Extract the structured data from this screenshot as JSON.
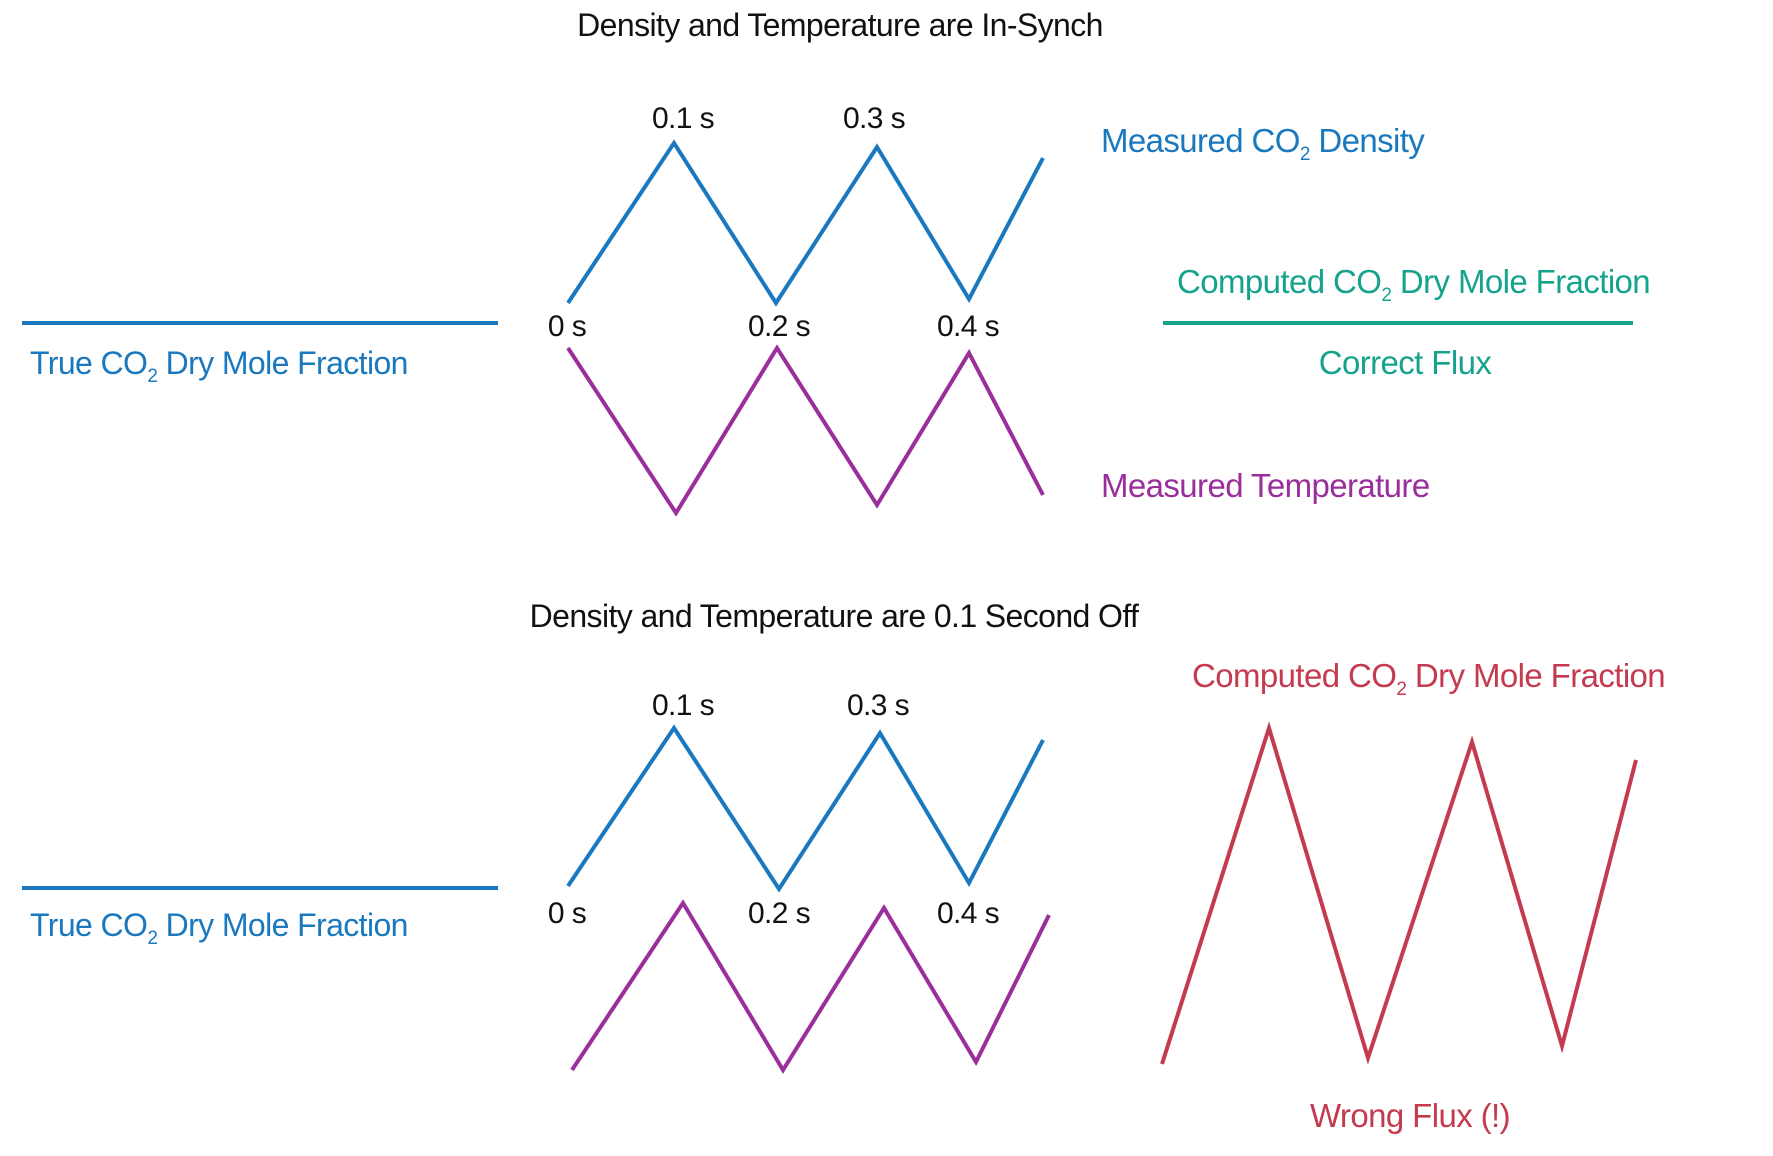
{
  "colors": {
    "blue": "#1a78be",
    "purple": "#9a2e9b",
    "teal": "#15a38d",
    "red": "#c43a4f",
    "black": "#111111"
  },
  "top": {
    "title": "Density and Temperature are In-Synch",
    "true_label": {
      "prefix": "True CO",
      "sub": "2",
      "suffix": " Dry Mole Fraction"
    },
    "density_label": {
      "prefix": "Measured CO",
      "sub": "2",
      "suffix": " Density"
    },
    "temperature_label": "Measured Temperature",
    "computed_label": {
      "prefix": "Computed CO",
      "sub": "2",
      "suffix": " Dry Mole Fraction"
    },
    "result_label": "Correct Flux",
    "times": {
      "t0": "0 s",
      "t1": "0.1 s",
      "t2": "0.2 s",
      "t3": "0.3 s",
      "t4": "0.4 s"
    }
  },
  "bottom": {
    "title": "Density and Temperature are 0.1 Second Off",
    "true_label": {
      "prefix": "True CO",
      "sub": "2",
      "suffix": " Dry Mole Fraction"
    },
    "computed_label": {
      "prefix": "Computed CO",
      "sub": "2",
      "suffix": " Dry Mole Fraction"
    },
    "result_label": "Wrong Flux (!)",
    "times": {
      "t0": "0 s",
      "t1": "0.1 s",
      "t2": "0.2 s",
      "t3": "0.3 s",
      "t4": "0.4 s"
    }
  }
}
